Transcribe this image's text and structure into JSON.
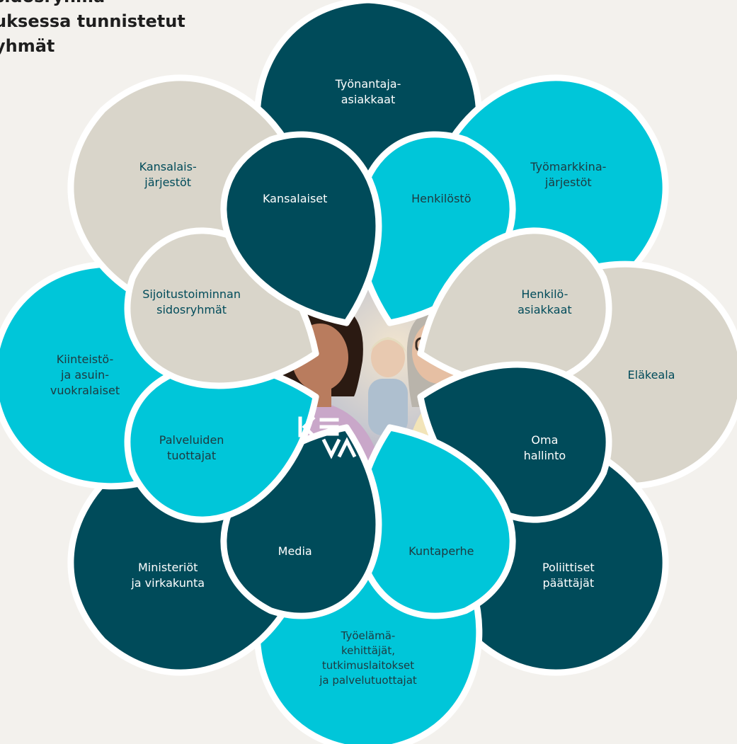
{
  "heading": {
    "lines": [
      "sidosryhmä-",
      "uksessa tunnistetut",
      "yhmät"
    ]
  },
  "colors": {
    "dark_teal": "#004b5a",
    "cyan": "#00c6d9",
    "beige": "#d9d5ca",
    "background": "#f3f1ed",
    "outline": "#ffffff"
  },
  "outer_petals": [
    {
      "id": "tyonantaja",
      "lines": [
        "Työnantaja-",
        "asiakkaat"
      ],
      "color": "#004b5a",
      "text_color": "#ffffff"
    },
    {
      "id": "tyomarkkina",
      "lines": [
        "Työmarkkina-",
        "järjestöt"
      ],
      "color": "#00c6d9",
      "text_color": "#1e3a40"
    },
    {
      "id": "elakeala",
      "lines": [
        "Eläkeala"
      ],
      "color": "#d9d5ca",
      "text_color": "#004b5a"
    },
    {
      "id": "poliittiset",
      "lines": [
        "Poliittiset",
        "päättäjät"
      ],
      "color": "#004b5a",
      "text_color": "#ffffff"
    },
    {
      "id": "tyoelama",
      "lines": [
        "Työelämä-",
        "kehittäjät,",
        "tutkimuslaitokset",
        "ja palvelutuottajat"
      ],
      "color": "#00c6d9",
      "text_color": "#1e3a40"
    },
    {
      "id": "ministeriot",
      "lines": [
        "Ministeriöt",
        "ja virkakunta"
      ],
      "color": "#004b5a",
      "text_color": "#ffffff"
    },
    {
      "id": "kiinteisto",
      "lines": [
        "Kiinteistö-",
        "ja asuin-",
        "vuokralaiset"
      ],
      "color": "#00c6d9",
      "text_color": "#1e3a40"
    },
    {
      "id": "kansalaisjarjestot",
      "lines": [
        "Kansalais-",
        "järjestöt"
      ],
      "color": "#d9d5ca",
      "text_color": "#004b5a"
    }
  ],
  "inner_petals": [
    {
      "id": "henkilosto",
      "lines": [
        "Henkilöstö"
      ],
      "color": "#00c6d9",
      "text_color": "#1e3a40"
    },
    {
      "id": "henkiloasiakkaat",
      "lines": [
        "Henkilö-",
        "asiakkaat"
      ],
      "color": "#d9d5ca",
      "text_color": "#004b5a"
    },
    {
      "id": "omahallinto",
      "lines": [
        "Oma",
        "hallinto"
      ],
      "color": "#004b5a",
      "text_color": "#ffffff"
    },
    {
      "id": "kuntaperhe",
      "lines": [
        "Kuntaperhe"
      ],
      "color": "#00c6d9",
      "text_color": "#1e3a40"
    },
    {
      "id": "media",
      "lines": [
        "Media"
      ],
      "color": "#004b5a",
      "text_color": "#ffffff"
    },
    {
      "id": "palveluiden",
      "lines": [
        "Palveluiden",
        "tuottajat"
      ],
      "color": "#00c6d9",
      "text_color": "#1e3a40"
    },
    {
      "id": "sijoitustoiminnan",
      "lines": [
        "Sijoitustoiminnan",
        "sidosryhmät"
      ],
      "color": "#d9d5ca",
      "text_color": "#004b5a"
    },
    {
      "id": "kansalaiset",
      "lines": [
        "Kansalaiset"
      ],
      "color": "#004b5a",
      "text_color": "#ffffff"
    }
  ],
  "logo": {
    "color": "#ffffff",
    "icon": "keva-logo-icon"
  },
  "photo": {
    "icon": "people-photo-icon"
  }
}
